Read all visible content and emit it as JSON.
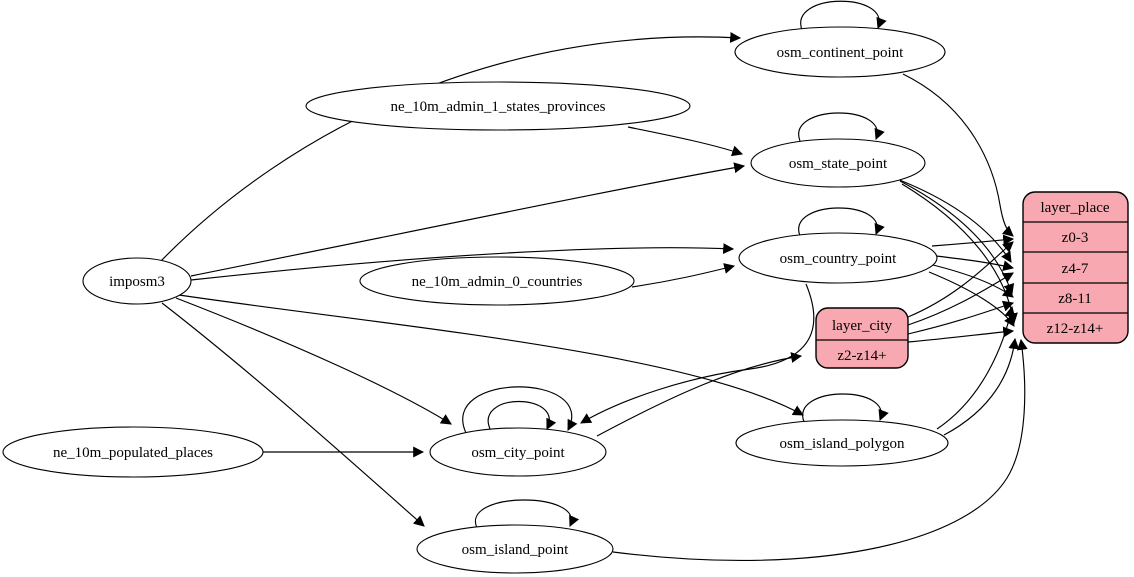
{
  "diagram": {
    "kind": "graphviz-etl-graph",
    "colors": {
      "record_fill": "#f8a8b0",
      "node_fill": "#ffffff",
      "stroke": "#000000",
      "background": "#ffffff"
    },
    "nodes": {
      "imposm3": {
        "label": "imposm3",
        "shape": "ellipse"
      },
      "ne_10m_admin_1_states_provinces": {
        "label": "ne_10m_admin_1_states_provinces",
        "shape": "ellipse"
      },
      "ne_10m_admin_0_countries": {
        "label": "ne_10m_admin_0_countries",
        "shape": "ellipse"
      },
      "ne_10m_populated_places": {
        "label": "ne_10m_populated_places",
        "shape": "ellipse"
      },
      "osm_continent_point": {
        "label": "osm_continent_point",
        "shape": "ellipse"
      },
      "osm_state_point": {
        "label": "osm_state_point",
        "shape": "ellipse"
      },
      "osm_country_point": {
        "label": "osm_country_point",
        "shape": "ellipse"
      },
      "osm_city_point": {
        "label": "osm_city_point",
        "shape": "ellipse"
      },
      "osm_island_polygon": {
        "label": "osm_island_polygon",
        "shape": "ellipse"
      },
      "osm_island_point": {
        "label": "osm_island_point",
        "shape": "ellipse"
      },
      "layer_place": {
        "label": "layer_place",
        "shape": "record",
        "rows": [
          "z0-3",
          "z4-7",
          "z8-11",
          "z12-z14+"
        ]
      },
      "layer_city": {
        "label": "layer_city",
        "shape": "record",
        "rows": [
          "z2-z14+"
        ]
      }
    },
    "edges": [
      {
        "from": "imposm3",
        "to": "osm_continent_point"
      },
      {
        "from": "imposm3",
        "to": "osm_state_point"
      },
      {
        "from": "imposm3",
        "to": "osm_country_point"
      },
      {
        "from": "imposm3",
        "to": "osm_city_point"
      },
      {
        "from": "imposm3",
        "to": "osm_island_polygon"
      },
      {
        "from": "imposm3",
        "to": "osm_island_point"
      },
      {
        "from": "ne_10m_admin_1_states_provinces",
        "to": "osm_state_point"
      },
      {
        "from": "ne_10m_admin_0_countries",
        "to": "osm_country_point"
      },
      {
        "from": "ne_10m_populated_places",
        "to": "osm_city_point"
      },
      {
        "from": "osm_country_point",
        "to": "osm_city_point"
      },
      {
        "from": "osm_city_point",
        "to": "layer_city",
        "to_port": "z2-z14+"
      },
      {
        "from": "layer_city",
        "to": "layer_place",
        "to_port": "z0-3"
      },
      {
        "from": "layer_city",
        "to": "layer_place",
        "to_port": "z4-7"
      },
      {
        "from": "layer_city",
        "to": "layer_place",
        "to_port": "z8-11"
      },
      {
        "from": "layer_city",
        "to": "layer_place",
        "to_port": "z12-z14+"
      },
      {
        "from": "osm_continent_point",
        "to": "layer_place",
        "to_port": "z0-3"
      },
      {
        "from": "osm_state_point",
        "to": "layer_place",
        "to_port": "z4-7"
      },
      {
        "from": "osm_state_point",
        "to": "layer_place",
        "to_port": "z8-11"
      },
      {
        "from": "osm_state_point",
        "to": "layer_place",
        "to_port": "z12-z14+"
      },
      {
        "from": "osm_country_point",
        "to": "layer_place",
        "to_port": "z0-3"
      },
      {
        "from": "osm_country_point",
        "to": "layer_place",
        "to_port": "z4-7"
      },
      {
        "from": "osm_country_point",
        "to": "layer_place",
        "to_port": "z8-11"
      },
      {
        "from": "osm_country_point",
        "to": "layer_place",
        "to_port": "z12-z14+"
      },
      {
        "from": "osm_island_polygon",
        "to": "layer_place",
        "to_port": "z8-11"
      },
      {
        "from": "osm_island_polygon",
        "to": "layer_place",
        "to_port": "z12-z14+"
      },
      {
        "from": "osm_island_point",
        "to": "layer_place",
        "to_port": "z12-z14+"
      }
    ],
    "self_loops": [
      "osm_continent_point",
      "osm_state_point",
      "osm_country_point",
      "osm_city_point",
      "osm_city_point",
      "osm_island_polygon",
      "osm_island_point"
    ]
  }
}
